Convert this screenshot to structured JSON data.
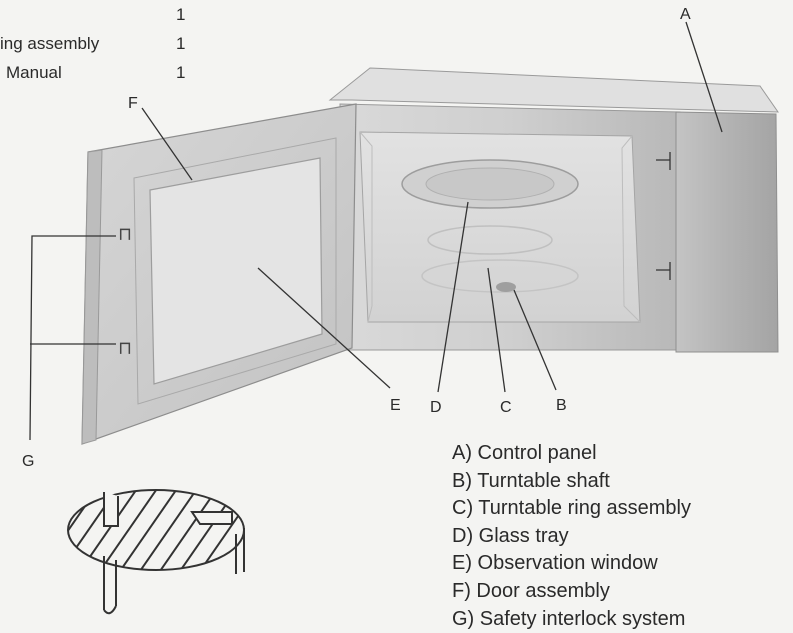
{
  "top_list": [
    {
      "text": "",
      "qty": "1"
    },
    {
      "text": "ing assembly",
      "qty": "1"
    },
    {
      "text": "Manual",
      "qty": "1"
    }
  ],
  "labels": {
    "A": "A",
    "B": "B",
    "C": "C",
    "D": "D",
    "E": "E",
    "F": "F",
    "G": "G"
  },
  "legend": [
    "A) Control panel",
    "B) Turntable shaft",
    "C) Turntable ring assembly",
    "D) Glass tray",
    "E) Observation window",
    "F) Door assembly",
    "G) Safety interlock system"
  ]
}
